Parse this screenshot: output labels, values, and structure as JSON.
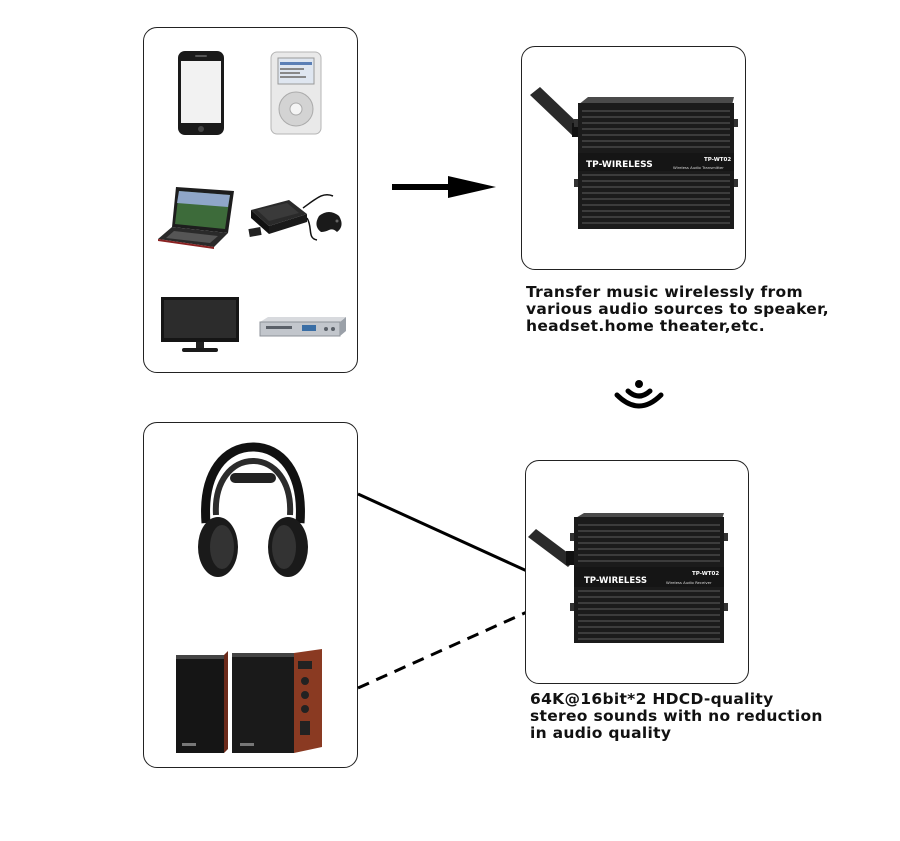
{
  "transmitter": {
    "brand": "TP-WIRELESS",
    "model": "TP-WT02",
    "subtitle": "Wireless Audio Transmitter",
    "caption_lines": [
      "Transfer music wirelessly from",
      "various audio sources to speaker,",
      "headset.home theater,etc."
    ]
  },
  "receiver": {
    "brand": "TP-WIRELESS",
    "model": "TP-WT02",
    "subtitle": "Wireless Audio Receiver",
    "caption_lines": [
      "64K@16bit*2 HDCD-quality",
      "stereo sounds with no reduction",
      "in audio quality"
    ]
  },
  "sources": [
    "smartphone",
    "mp3-player",
    "laptop",
    "game-console",
    "television",
    "dvd-player"
  ],
  "outputs": [
    "headphones",
    "speakers"
  ],
  "icons": {
    "arrow": "arrow-right-icon",
    "wireless": "wireless-signal-icon"
  }
}
